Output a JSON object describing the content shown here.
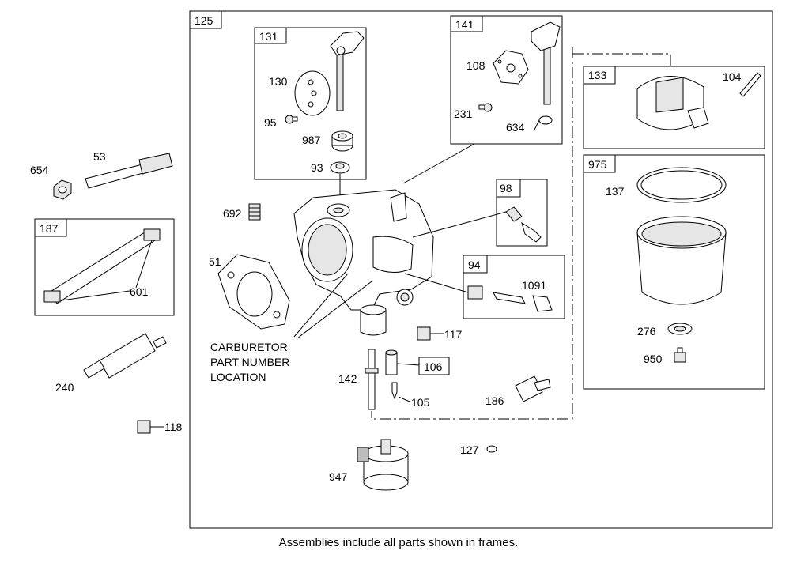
{
  "caption": "Assemblies include all parts shown in frames.",
  "note": [
    "CARBURETOR",
    "PART NUMBER",
    "LOCATION"
  ],
  "frames": {
    "main": "125",
    "f131": "131",
    "f141": "141",
    "f133": "133",
    "f975": "975",
    "f98": "98",
    "f94": "94",
    "f187": "187"
  },
  "parts": {
    "p130": "130",
    "p95": "95",
    "p987": "987",
    "p93": "93",
    "p108": "108",
    "p231": "231",
    "p634": "634",
    "p104": "104",
    "p137": "137",
    "p276": "276",
    "p950": "950",
    "p692": "692",
    "p51": "51",
    "p1091": "1091",
    "p117": "117",
    "p106": "106",
    "p142": "142",
    "p105": "105",
    "p186": "186",
    "p127": "127",
    "p947": "947",
    "p654": "654",
    "p53": "53",
    "p601": "601",
    "p240": "240",
    "p118": "118"
  }
}
